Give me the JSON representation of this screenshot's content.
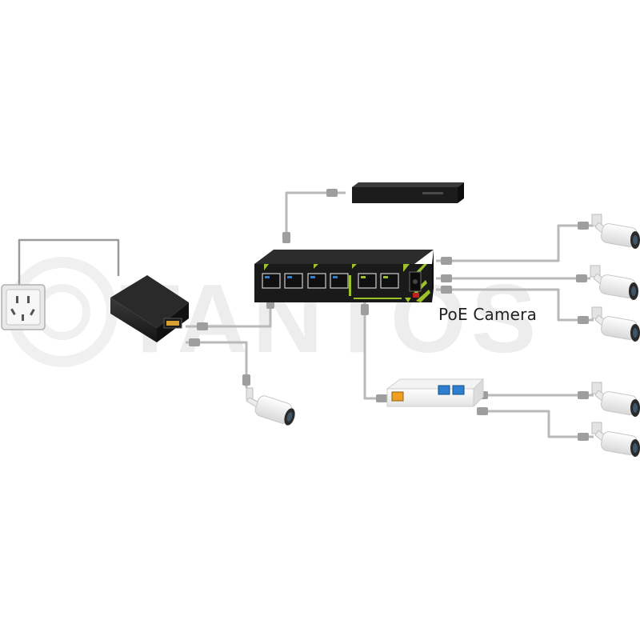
{
  "diagram": {
    "camera_label": "PoE Camera",
    "watermark_text": "TANTOS",
    "nodes": [
      {
        "id": "wall-socket",
        "icon": "power-outlet-icon"
      },
      {
        "id": "poe-injector",
        "icon": "power-adapter-icon"
      },
      {
        "id": "nvr",
        "icon": "video-recorder-icon"
      },
      {
        "id": "poe-switch",
        "icon": "network-switch-icon"
      },
      {
        "id": "poe-extender",
        "icon": "network-extender-icon"
      },
      {
        "id": "camera-injector",
        "icon": "bullet-camera-icon"
      },
      {
        "id": "camera-switch-1",
        "icon": "bullet-camera-icon"
      },
      {
        "id": "camera-switch-2",
        "icon": "bullet-camera-icon"
      },
      {
        "id": "camera-switch-3",
        "icon": "bullet-camera-icon"
      },
      {
        "id": "camera-extender-1",
        "icon": "bullet-camera-icon"
      },
      {
        "id": "camera-extender-2",
        "icon": "bullet-camera-icon"
      }
    ],
    "colors": {
      "cable": "#b9b9b9",
      "device_dark": "#1f1f1f",
      "accent": "#9cc22a",
      "port_blue": "#2f7fd0",
      "port_orange": "#f0a020"
    }
  }
}
